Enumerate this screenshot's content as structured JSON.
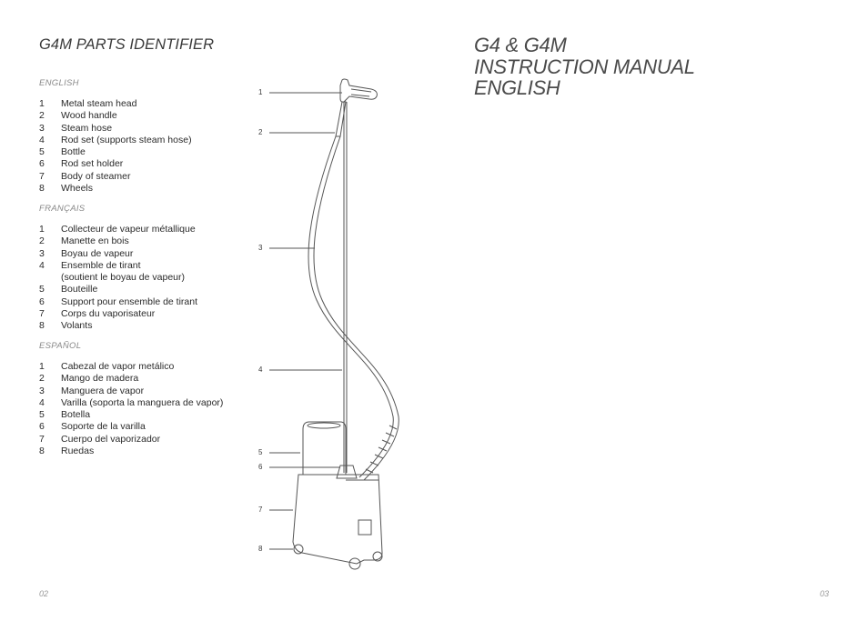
{
  "left_page": {
    "title": "G4M PARTS IDENTIFIER",
    "languages": [
      {
        "heading": "ENGLISH",
        "parts": [
          {
            "num": "1",
            "label": "Metal steam head"
          },
          {
            "num": "2",
            "label": "Wood handle"
          },
          {
            "num": "3",
            "label": "Steam hose"
          },
          {
            "num": "4",
            "label": "Rod set (supports steam hose)"
          },
          {
            "num": "5",
            "label": "Bottle"
          },
          {
            "num": "6",
            "label": "Rod set holder"
          },
          {
            "num": "7",
            "label": "Body of steamer"
          },
          {
            "num": "8",
            "label": "Wheels"
          }
        ]
      },
      {
        "heading": "FRANÇAIS",
        "parts": [
          {
            "num": "1",
            "label": "Collecteur de vapeur métallique"
          },
          {
            "num": "2",
            "label": "Manette en bois"
          },
          {
            "num": "3",
            "label": "Boyau de vapeur"
          },
          {
            "num": "4",
            "label": "Ensemble de tirant\n(soutient le boyau de vapeur)"
          },
          {
            "num": "5",
            "label": "Bouteille"
          },
          {
            "num": "6",
            "label": "Support pour ensemble de tirant"
          },
          {
            "num": "7",
            "label": "Corps du vaporisateur"
          },
          {
            "num": "8",
            "label": "Volants"
          }
        ]
      },
      {
        "heading": "ESPAÑOL",
        "parts": [
          {
            "num": "1",
            "label": "Cabezal de vapor metálico"
          },
          {
            "num": "2",
            "label": "Mango de madera"
          },
          {
            "num": "3",
            "label": "Manguera de vapor"
          },
          {
            "num": "4",
            "label": "Varilla (soporta la manguera de vapor)"
          },
          {
            "num": "5",
            "label": "Botella"
          },
          {
            "num": "6",
            "label": "Soporte de la varilla"
          },
          {
            "num": "7",
            "label": "Cuerpo del vaporizador"
          },
          {
            "num": "8",
            "label": "Ruedas"
          }
        ]
      }
    ],
    "page_number": "02"
  },
  "diagram": {
    "callouts": [
      "1",
      "2",
      "3",
      "4",
      "5",
      "6",
      "7",
      "8"
    ]
  },
  "right_page": {
    "title_lines": [
      "G4 & G4M",
      "INSTRUCTION MANUAL",
      "ENGLISH"
    ],
    "page_number": "03"
  },
  "colors": {
    "text": "#2a2a2a",
    "heading_muted": "#8a8a8a",
    "line_art": "#555555"
  }
}
